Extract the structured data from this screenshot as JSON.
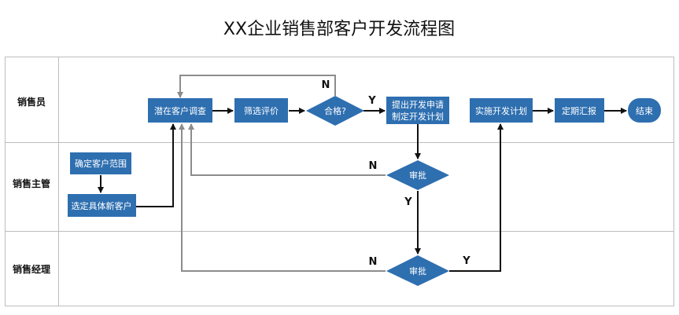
{
  "title": "XX企业销售部客户开发流程图",
  "lanes": [
    "销售员",
    "销售主管",
    "销售经理"
  ],
  "nodes": {
    "survey": "潜在客户调查",
    "screen": "筛选评价",
    "qualified": "合格?",
    "apply_line1": "提出开发申请",
    "apply_line2": "制定开发计划",
    "implement": "实施开发计划",
    "report": "定期汇报",
    "end": "结束",
    "scope": "确定客户范围",
    "select": "选定具体新客户",
    "approve_manager": "审批",
    "approve_director": "审批"
  },
  "edge_labels": {
    "qualified_no": "N",
    "qualified_yes": "Y",
    "approve_manager_no": "N",
    "approve_manager_yes": "Y",
    "approve_director_no": "N",
    "approve_director_yes": "Y"
  },
  "colors": {
    "node_fill": "#2e6fb0",
    "main_arrow": "#111111",
    "return_arrow": "#8c8c8c",
    "lane_border": "#bdbdbd"
  }
}
